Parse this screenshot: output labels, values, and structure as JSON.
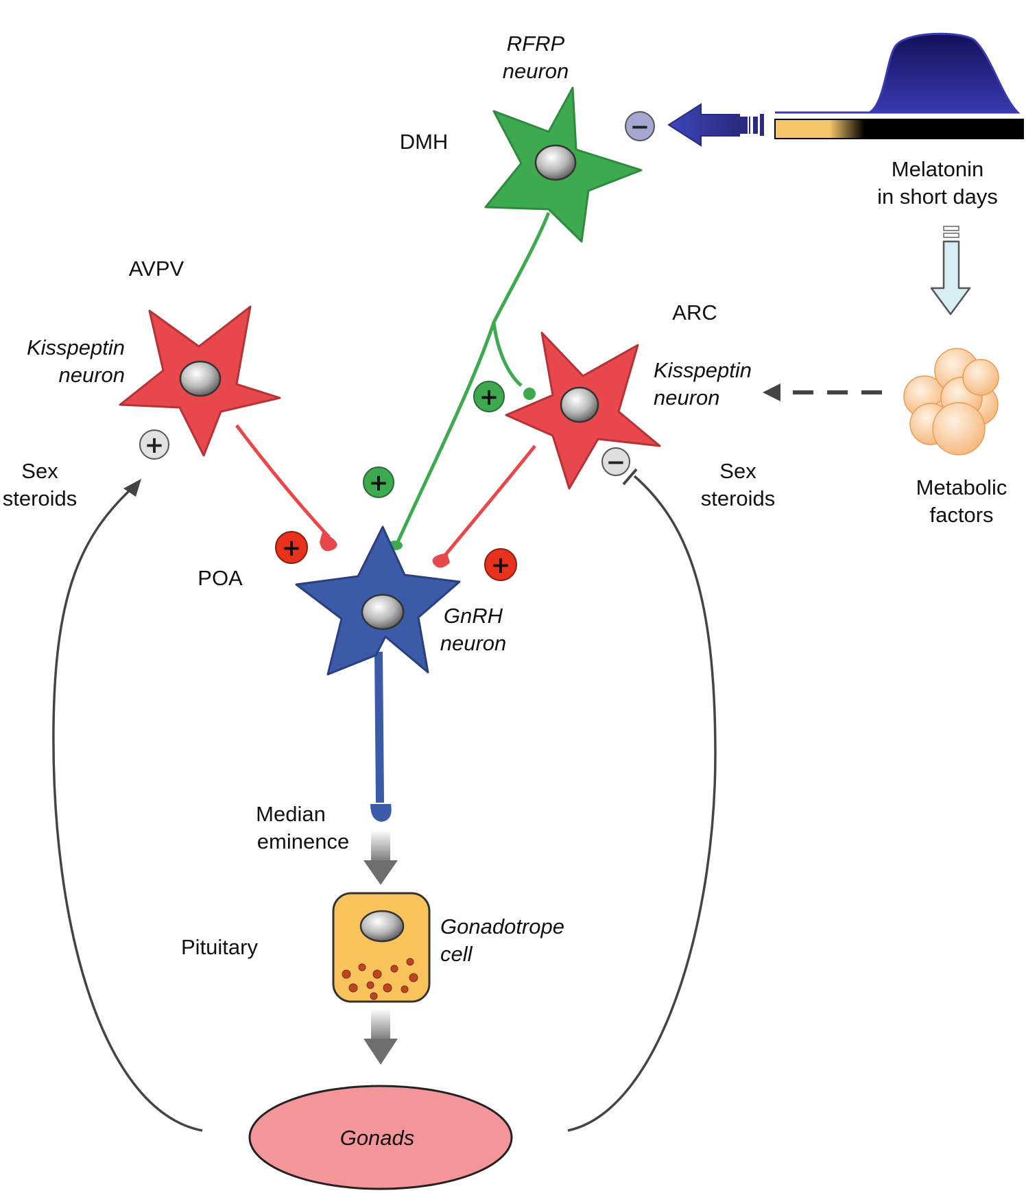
{
  "labels": {
    "rfrp_l1": "RFRP",
    "rfrp_l2": "neuron",
    "dmh": "DMH",
    "melatonin_l1": "Melatonin",
    "melatonin_l2": "in short days",
    "avpv": "AVPV",
    "kiss_left_l1": "Kisspeptin",
    "kiss_left_l2": "neuron",
    "arc": "ARC",
    "kiss_right_l1": "Kisspeptin",
    "kiss_right_l2": "neuron",
    "sex_left_l1": "Sex",
    "sex_left_l2": "steroids",
    "sex_right_l1": "Sex",
    "sex_right_l2": "steroids",
    "metabolic_l1": "Metabolic",
    "metabolic_l2": "factors",
    "poa": "POA",
    "gnrh_l1": "GnRH",
    "gnrh_l2": "neuron",
    "median_l1": "Median",
    "median_l2": "eminence",
    "pituitary": "Pituitary",
    "gonadotrope_l1": "Gonadotrope",
    "gonadotrope_l2": "cell",
    "gonads": "Gonads"
  },
  "signs": {
    "plus": "+",
    "minus": "−"
  },
  "colors": {
    "rfrp": "#3daa4f",
    "kisspeptin": "#e8474b",
    "gnrh": "#3b5aa8",
    "gonadotrope_text": "#b5502a",
    "melatonin": "#25237a",
    "gonads": "#f4959a",
    "pituitary_cell": "#f9c35c"
  }
}
